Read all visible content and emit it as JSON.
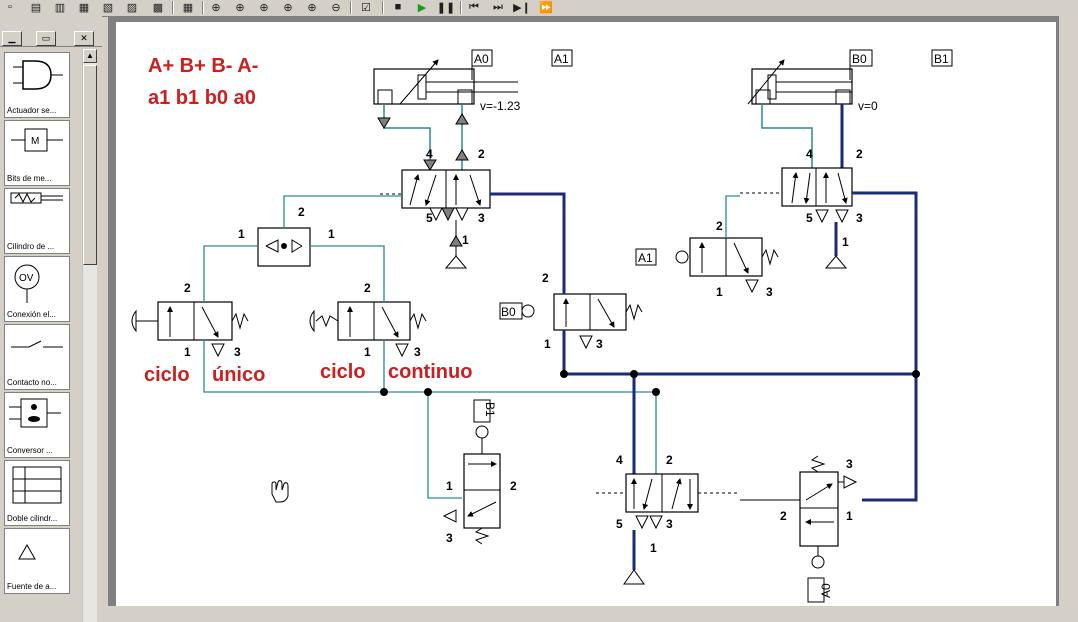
{
  "sequence": {
    "line1": "A+ B+ B- A-",
    "line2": "a1 b1 b0 a0"
  },
  "palette": {
    "items": [
      {
        "label": "Actuador se..."
      },
      {
        "label": "Bits de me..."
      },
      {
        "label": "Cilindro de ..."
      },
      {
        "label": "Conexión el..."
      },
      {
        "label": "Contacto no..."
      },
      {
        "label": "Conversor ..."
      },
      {
        "label": "Doble cilindr..."
      },
      {
        "label": "Fuente de a..."
      }
    ],
    "ov_text": "OV",
    "m_text": "M"
  },
  "sensors": {
    "a0": "A0",
    "a1": "A1",
    "b0": "B0",
    "b1": "B1"
  },
  "cylinder_a": {
    "velocity": "v=-1.23"
  },
  "cylinder_b": {
    "velocity": "v=0"
  },
  "ports": {
    "p1": "1",
    "p2": "2",
    "p3": "3",
    "p4": "4",
    "p5": "5"
  },
  "labels": {
    "ciclo": "ciclo",
    "unico": "único",
    "continuo": "continuo"
  },
  "colors": {
    "accent_red": "#cc1f1f",
    "pressure_line": "#1a2a7a",
    "idle_line": "#2a8c8c"
  }
}
